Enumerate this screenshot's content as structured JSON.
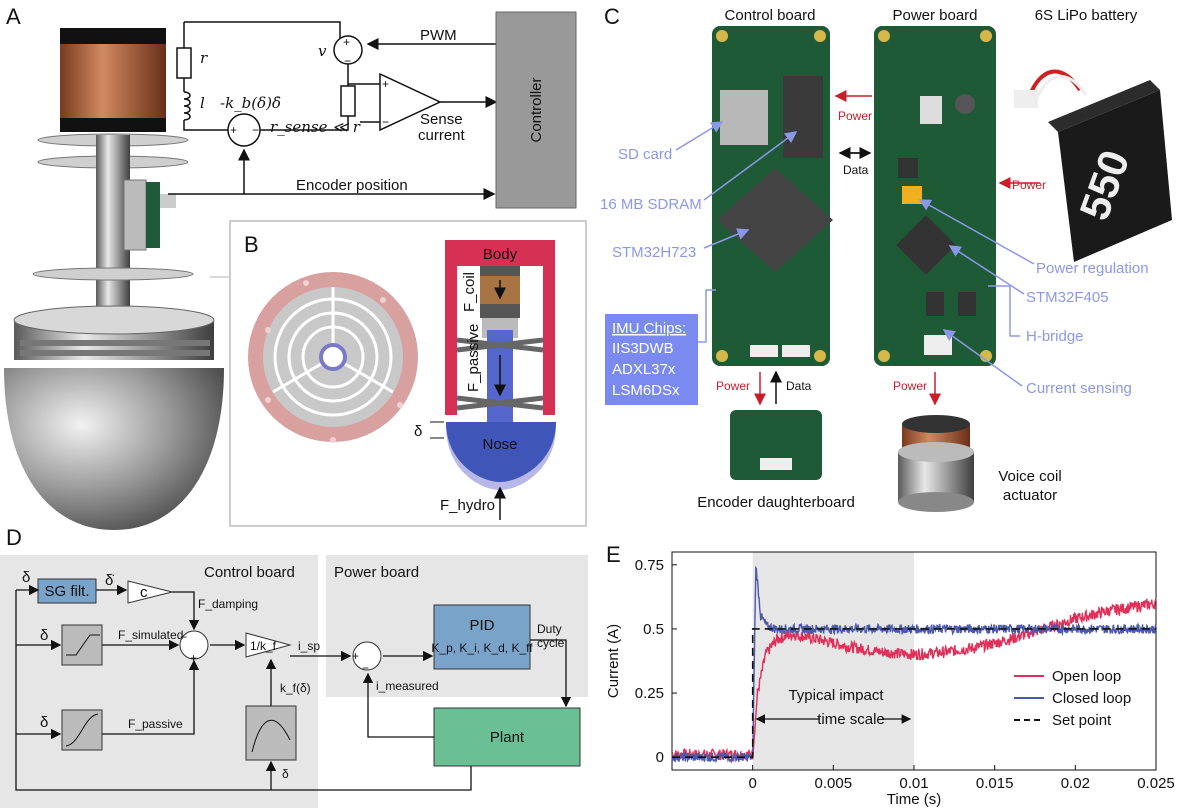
{
  "panels": {
    "a": "A",
    "b": "B",
    "c": "C",
    "d": "D",
    "e": "E"
  },
  "panel_a": {
    "r": "r",
    "l": "l",
    "v": "v",
    "emf": "-k_b(δ)δ̇",
    "rsense": "r_sense ≪ r",
    "pwm": "PWM",
    "sense1": "Sense",
    "sense2": "current",
    "controller": "Controller",
    "encoder": "Encoder position"
  },
  "panel_b": {
    "body": "Body",
    "nose": "Nose",
    "fcoil": "F_coil",
    "fpassive": "F_passive",
    "fhydro": "F_hydro",
    "delta": "δ"
  },
  "panel_c": {
    "control_board": "Control board",
    "power_board": "Power board",
    "battery": "6S LiPo battery",
    "battery_text": "550",
    "sd": "SD card",
    "sdram": "16 MB SDRAM",
    "stm_h7": "STM32H723",
    "imu_title": "IMU Chips:",
    "imu_chips": [
      "IIS3DWB",
      "ADXL37x",
      "LSM6DSx"
    ],
    "power_reg": "Power regulation",
    "stm_f4": "STM32F405",
    "hbridge": "H-bridge",
    "current_sensing": "Current sensing",
    "power": "Power",
    "data": "Data",
    "encoder_db": "Encoder daughterboard",
    "voice1": "Voice coil",
    "voice2": "actuator"
  },
  "panel_d": {
    "control_board": "Control board",
    "power_board": "Power board",
    "sg": "SG filt.",
    "c": "c",
    "fdamp": "F_damping",
    "fsim": "F_simulated",
    "fpass": "F_passive",
    "delta": "δ",
    "deltadot": "δ̇",
    "kinv": "1/k_f",
    "isp": "i_sp",
    "kfd": "k_f(δ)",
    "pid": "PID",
    "pid_gains": "K_p, K_i, K_d, K_ff",
    "duty1": "Duty",
    "duty2": "cycle",
    "imeas": "i_measured",
    "plant": "Plant"
  },
  "chart_data": {
    "type": "line",
    "xlabel": "Time (s)",
    "ylabel": "Current (A)",
    "xlim": [
      -0.005,
      0.025
    ],
    "ylim": [
      -0.05,
      0.8
    ],
    "xticks": [
      0,
      0.005,
      0.01,
      0.015,
      0.02,
      0.025
    ],
    "xtick_labels": [
      "0",
      "0.005",
      "0.01",
      "0.015",
      "0.02",
      "0.025"
    ],
    "yticks": [
      0,
      0.25,
      0.5,
      0.75
    ],
    "ytick_labels": [
      "0",
      "0.25",
      "0.5",
      "0.75"
    ],
    "legend": "bottom-right",
    "shaded_region": [
      0,
      0.01
    ],
    "annotation": "Typical impact time scale",
    "annotation_lines": [
      "Typical impact",
      "time scale"
    ],
    "series": [
      {
        "name": "Open loop",
        "color": "#e0305a",
        "x": [
          -0.005,
          0,
          0.0003,
          0.0008,
          0.0015,
          0.0025,
          0.004,
          0.006,
          0.008,
          0.01,
          0.012,
          0.014,
          0.016,
          0.018,
          0.02,
          0.022,
          0.024,
          0.025
        ],
        "y": [
          0.01,
          0.01,
          0.25,
          0.4,
          0.46,
          0.48,
          0.46,
          0.43,
          0.41,
          0.4,
          0.41,
          0.43,
          0.46,
          0.5,
          0.54,
          0.57,
          0.59,
          0.6
        ]
      },
      {
        "name": "Closed loop",
        "color": "#4a5aaa",
        "x": [
          -0.005,
          0,
          0.0002,
          0.0005,
          0.0009,
          0.0015,
          0.003,
          0.01,
          0.02,
          0.025
        ],
        "y": [
          0.0,
          0.0,
          0.75,
          0.55,
          0.51,
          0.5,
          0.5,
          0.5,
          0.5,
          0.5
        ]
      },
      {
        "name": "Set point",
        "color": "#111111",
        "x": [
          -0.005,
          0,
          0,
          0.025
        ],
        "y": [
          0,
          0,
          0.5,
          0.5
        ]
      }
    ]
  }
}
